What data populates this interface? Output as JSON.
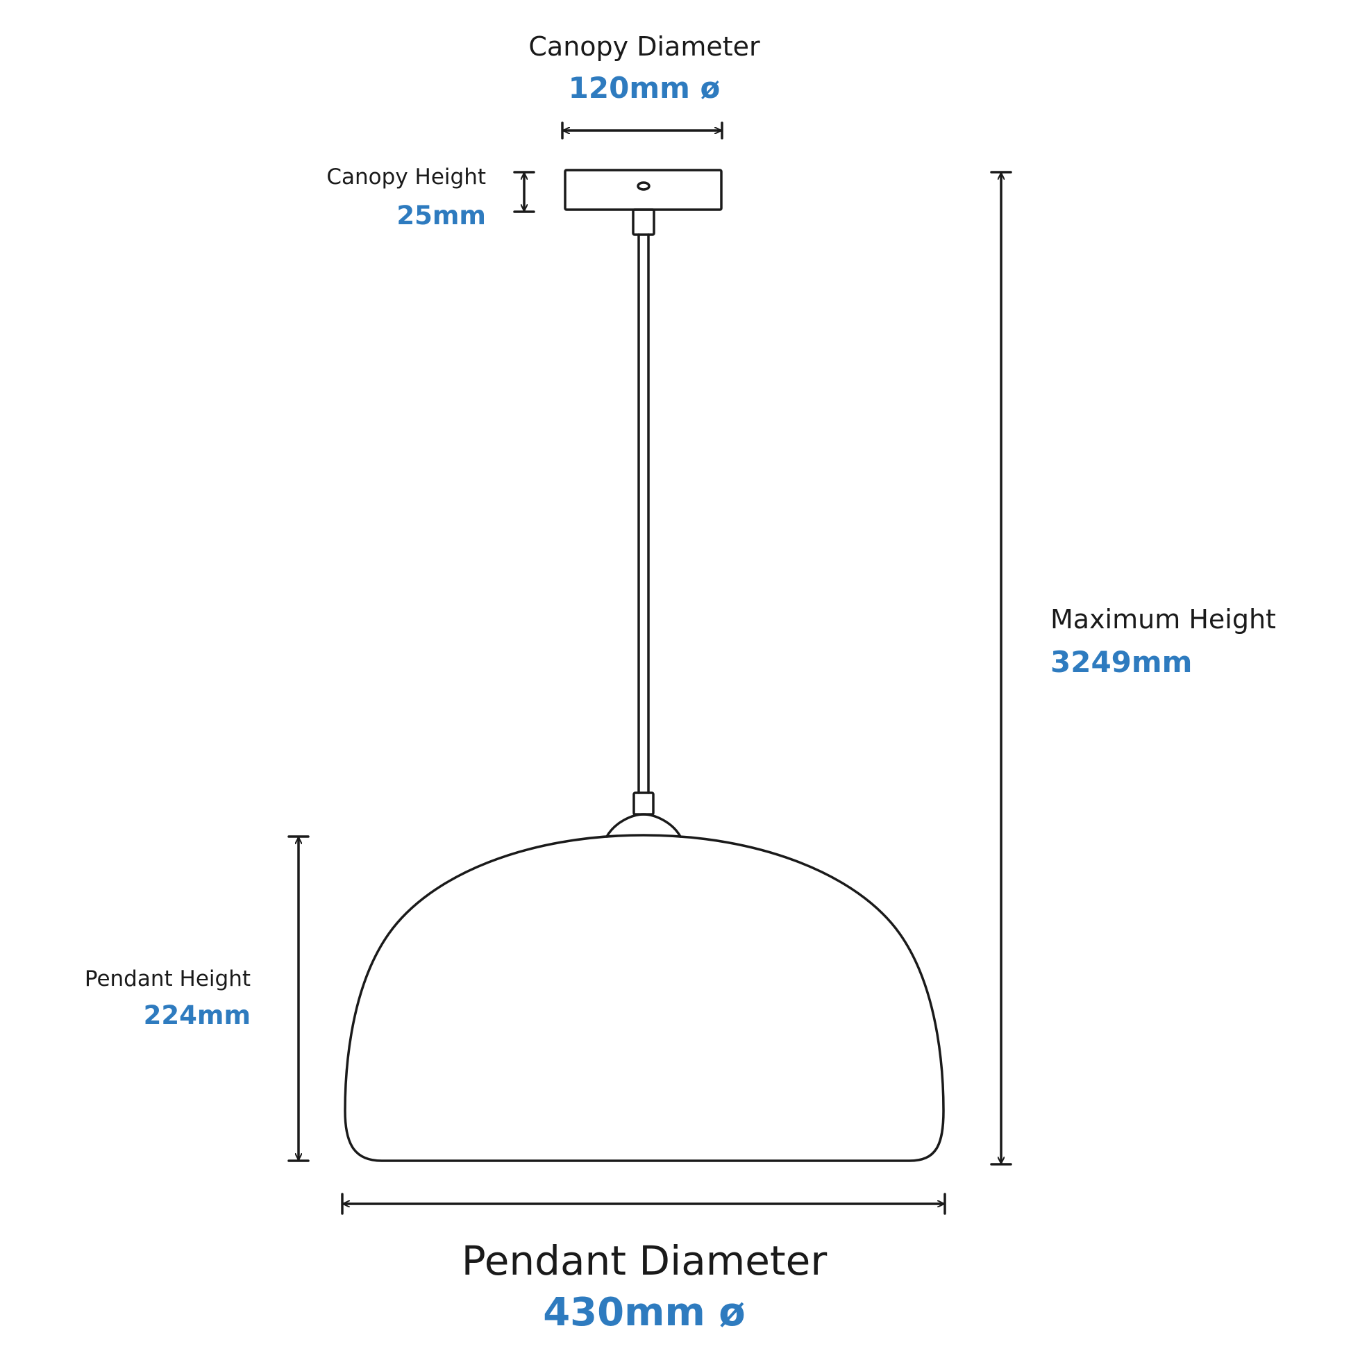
{
  "dimensions": {
    "canopy_diameter": {
      "label": "Canopy Diameter",
      "value": "120mm ø"
    },
    "canopy_height": {
      "label": "Canopy Height",
      "value": "25mm"
    },
    "maximum_height": {
      "label": "Maximum Height",
      "value": "3249mm"
    },
    "pendant_height": {
      "label": "Pendant Height",
      "value": "224mm"
    },
    "pendant_diameter": {
      "label": "Pendant Diameter",
      "value": "430mm ø"
    }
  },
  "colors": {
    "line": "#1a1a1a",
    "value_text": "#2e7bbf"
  }
}
